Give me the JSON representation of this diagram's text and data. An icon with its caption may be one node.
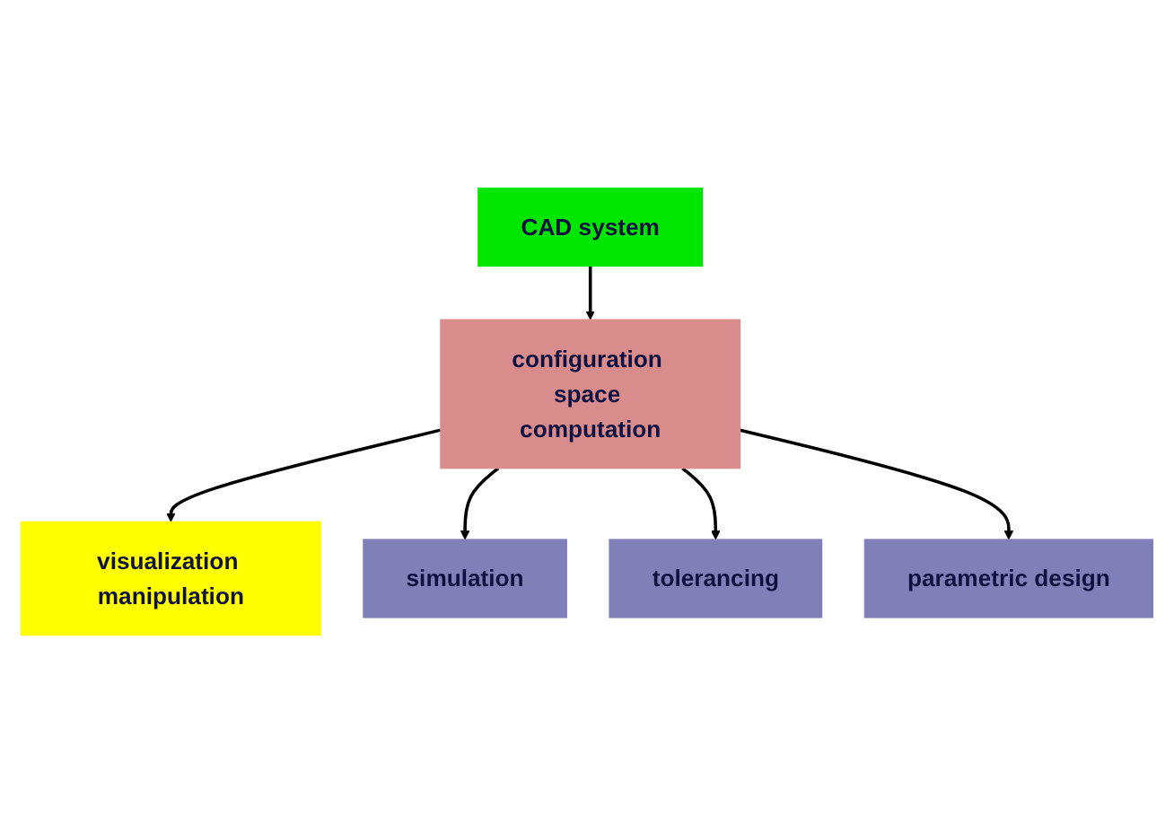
{
  "diagram": {
    "nodes": [
      {
        "text": [
          "CAD system"
        ]
      },
      {
        "text": [
          "visualization manipulation"
        ]
      },
      {
        "text": [
          "configuration space computation"
        ]
      },
      {
        "text": [
          "simulation"
        ]
      },
      {
        "text": [
          "tolerancing"
        ]
      },
      {
        "text": [
          "parametric design"
        ]
      }
    ],
    "edges": [
      {
        "from": 0,
        "to": 2,
        "arrow": "to"
      },
      {
        "from": 2,
        "to": 1,
        "arrow": "to"
      },
      {
        "from": 2,
        "to": 3,
        "arrow": "to"
      },
      {
        "from": 2,
        "to": 4,
        "arrow": "to"
      },
      {
        "from": 2,
        "to": 5,
        "arrow": "to"
      }
    ]
  }
}
